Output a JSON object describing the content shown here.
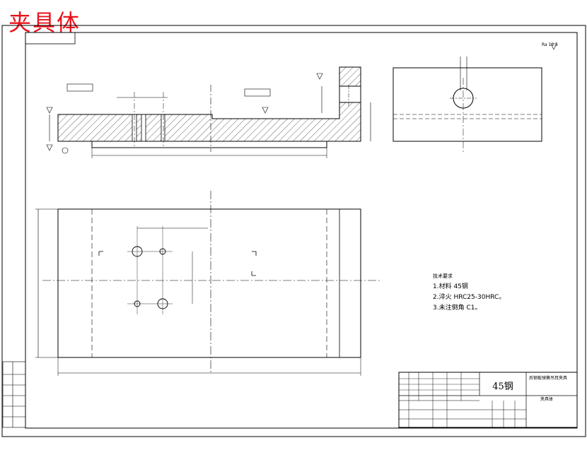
{
  "heading": "夹具体",
  "material": "45钢",
  "notes": {
    "title": "技术要求",
    "items": [
      "1.材料 45钢",
      "2.淬火 HRC25-30HRC。",
      "3.未注倒角 C1。"
    ]
  },
  "roughness_symbol": "Ra 12.5",
  "title_block": {
    "part_name": "夹具体",
    "drawing_name": "后钢板弹簧吊耳夹具"
  }
}
